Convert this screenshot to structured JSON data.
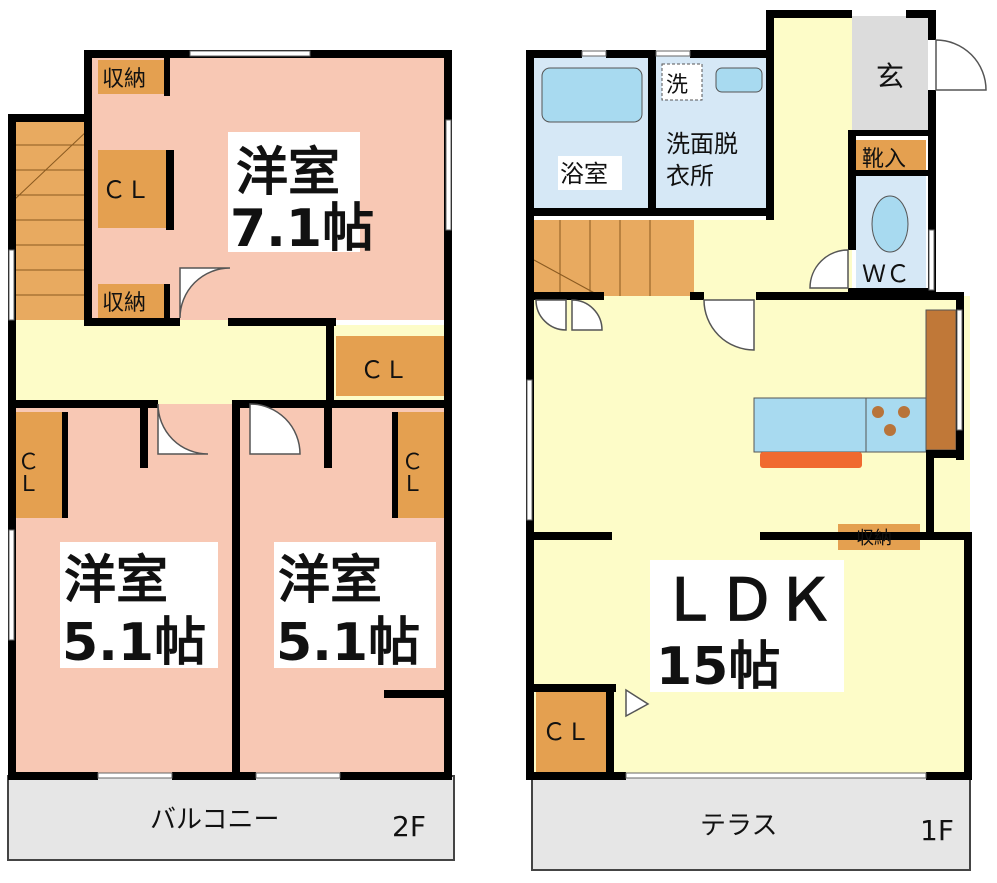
{
  "floor2": {
    "rooms": {
      "western_large": {
        "name": "洋室",
        "size": "7.1帖"
      },
      "western_left": {
        "name": "洋室",
        "size": "5.1帖"
      },
      "western_right": {
        "name": "洋室",
        "size": "5.1帖"
      }
    },
    "storage_top": "収納",
    "storage_mid": "収納",
    "closet_top": "ＣＬ",
    "closet_hall": "ＣＬ",
    "closet_left": "ＣＬ",
    "closet_right": "ＣＬ",
    "balcony": "バルコニー",
    "floor_label": "2F"
  },
  "floor1": {
    "ldk": {
      "name": "ＬＤＫ",
      "size": "15帖"
    },
    "bath": "浴室",
    "washroom": "洗面脱衣所",
    "washroom_line1": "洗面脱",
    "washroom_line2": "衣所",
    "washer": "洗",
    "entrance": "玄",
    "shoe_storage": "靴入",
    "toilet": "ＷＣ",
    "storage": "収納",
    "closet": "ＣＬ",
    "terrace": "テラス",
    "floor_label": "1F"
  },
  "colors": {
    "room_pink": "#f8c8b4",
    "hall_cream": "#fdfcc8",
    "closet_orange": "#e4a050",
    "stairs_orange": "#e8aa60",
    "bath_blue": "#d6e8f6",
    "fixture_blue": "#a8daf0",
    "outdoor_grey": "#e6e6e6",
    "entrance_grey": "#dcdcdc",
    "cabinet_brown": "#c07838",
    "counter_red": "#f06a30",
    "wall": "#000000"
  }
}
